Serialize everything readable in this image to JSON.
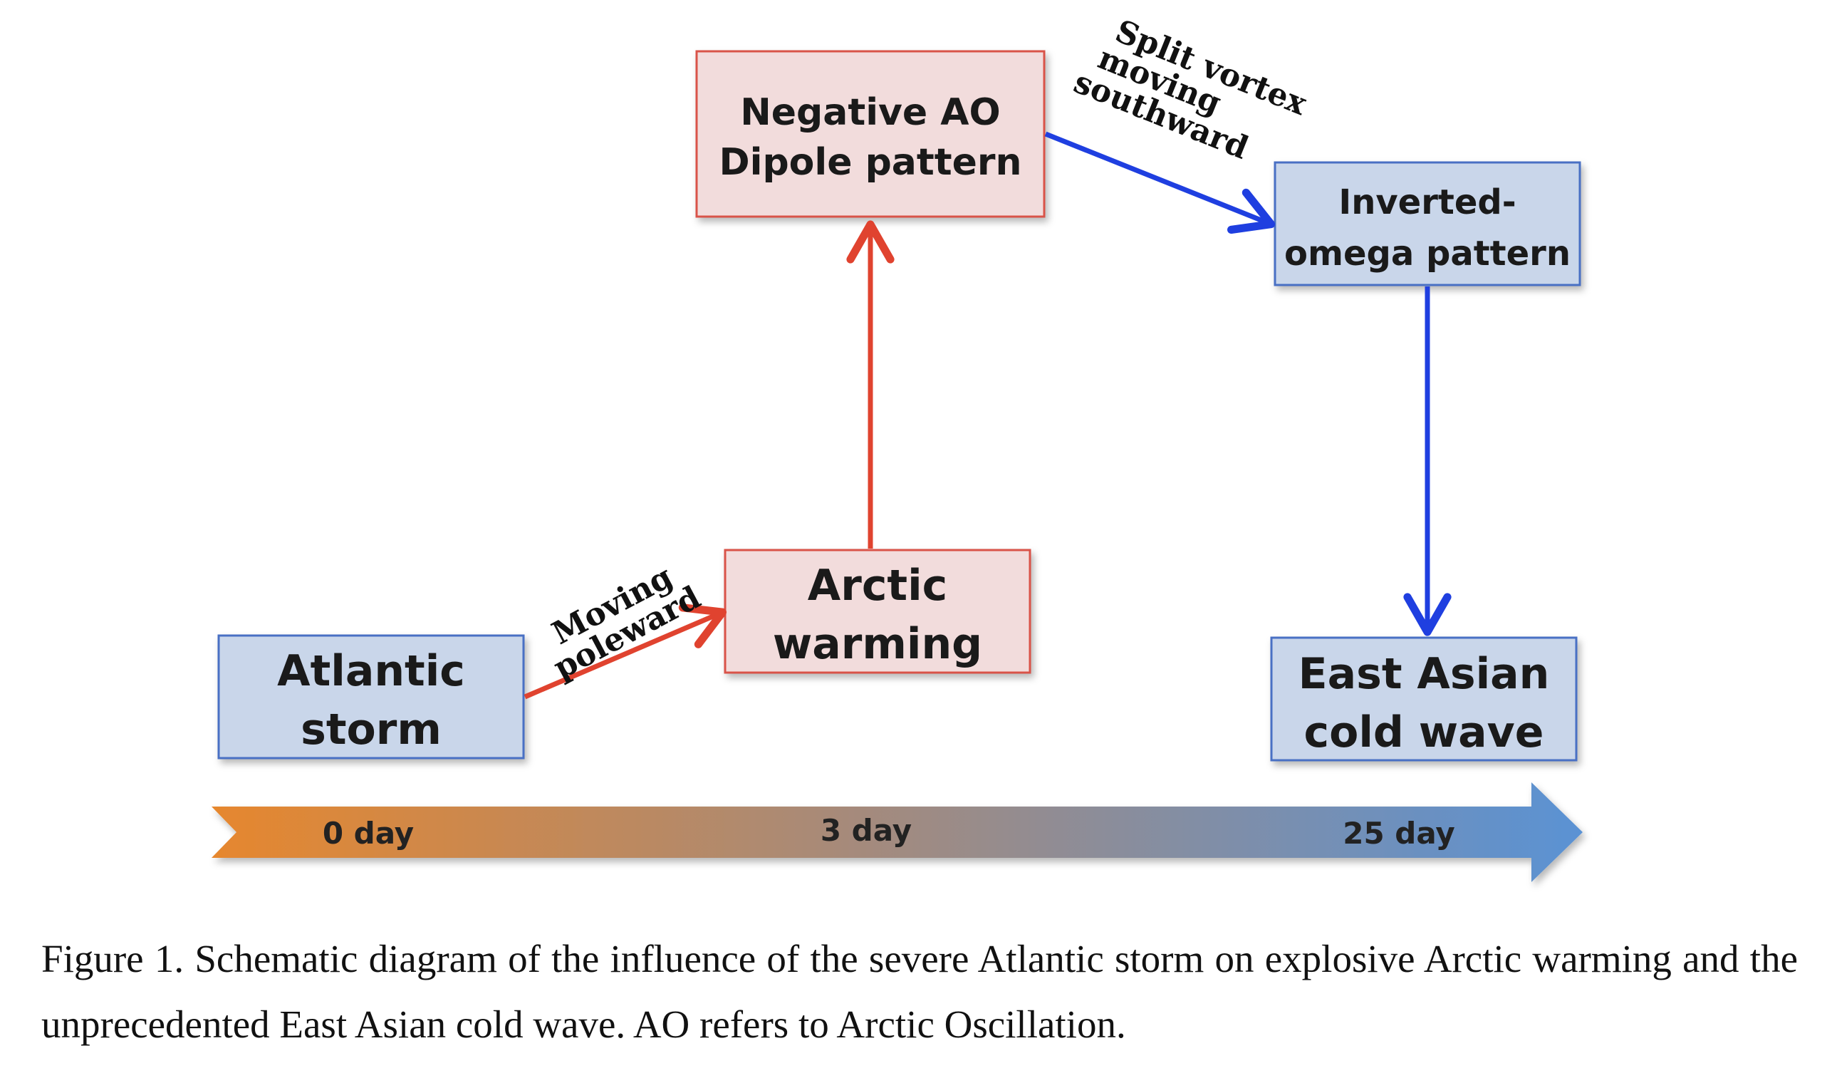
{
  "nodes": {
    "atlantic_storm": {
      "lines": [
        "Atlantic",
        "storm"
      ]
    },
    "arctic_warming": {
      "lines": [
        "Arctic",
        "warming"
      ]
    },
    "negative_ao": {
      "lines": [
        "Negative AO",
        "Dipole pattern"
      ]
    },
    "inverted_omega": {
      "lines": [
        "Inverted-",
        "omega pattern"
      ]
    },
    "east_asian_cold_wave": {
      "lines": [
        "East Asian",
        "cold wave"
      ]
    }
  },
  "edges": {
    "moving_poleward": {
      "lines": [
        "Moving",
        "poleward"
      ]
    },
    "split_vortex": {
      "lines": [
        "Split vortex",
        "moving",
        "southward"
      ]
    }
  },
  "timeline": {
    "labels": [
      "0 day",
      "3 day",
      "25 day"
    ]
  },
  "caption": "Figure 1. Schematic diagram of the influence of the severe Atlantic storm on explosive Arctic warming and the unprecedented East Asian cold wave. AO refers to Arctic Oscillation.",
  "colors": {
    "blue_box_fill": "#c9d6ea",
    "blue_box_stroke": "#4a6fc4",
    "red_box_fill": "#f2dcdc",
    "red_box_stroke": "#d9534a",
    "red_arrow": "#e0432f",
    "blue_arrow": "#1f3fe0",
    "timeline_start": "#e6872e",
    "timeline_end": "#5a92d4"
  }
}
